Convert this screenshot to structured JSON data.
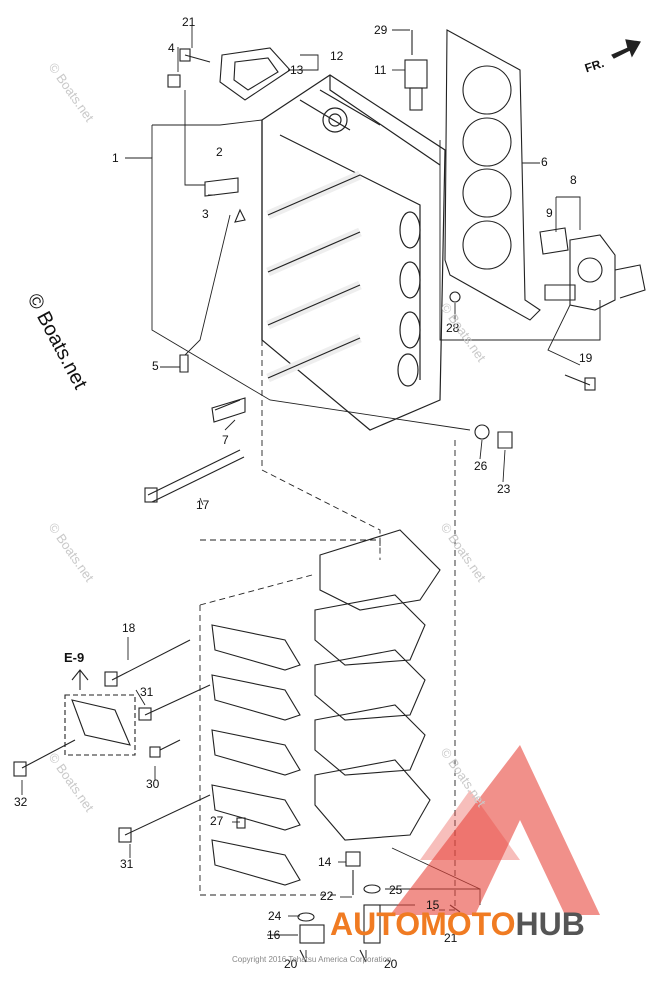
{
  "diagram": {
    "callouts": [
      "21",
      "4",
      "12",
      "13",
      "29",
      "11",
      "1",
      "2",
      "3",
      "6",
      "8",
      "9",
      "28",
      "19",
      "5",
      "7",
      "26",
      "23",
      "17",
      "18",
      "E-9",
      "31",
      "30",
      "32",
      "27",
      "31",
      "14",
      "22",
      "25",
      "15",
      "24",
      "21",
      "16",
      "20",
      "20"
    ],
    "fr_label": "FR.",
    "watermark": "© Boats.net",
    "copyright": "Copyright 2016 Tohatsu America Corporation",
    "brand": {
      "part1": "AUTOMOTO",
      "part2": "HUB",
      "color1": "#f07b22",
      "color2": "#555555",
      "logo_color": "#e8463c"
    }
  }
}
